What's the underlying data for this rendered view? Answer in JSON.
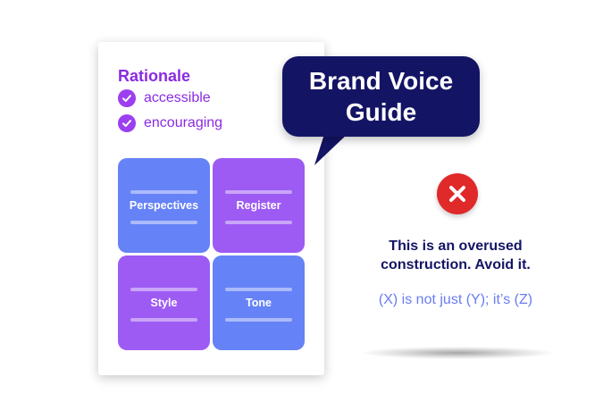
{
  "card": {
    "heading": "Rationale",
    "items": [
      {
        "label": "accessible"
      },
      {
        "label": "encouraging"
      }
    ],
    "tiles": [
      {
        "label": "Perspectives",
        "color": "#6682f7"
      },
      {
        "label": "Register",
        "color": "#9d5bf4"
      },
      {
        "label": "Style",
        "color": "#9d5bf4"
      },
      {
        "label": "Tone",
        "color": "#6682f7"
      }
    ]
  },
  "bubble": {
    "text": "Brand Voice Guide",
    "color": "#141465"
  },
  "feedback": {
    "icon": "x-circle-icon",
    "icon_color": "#e02929",
    "warning": "This is an overused construction. Avoid it.",
    "example": "(X) is not just (Y); it’s (Z)"
  }
}
